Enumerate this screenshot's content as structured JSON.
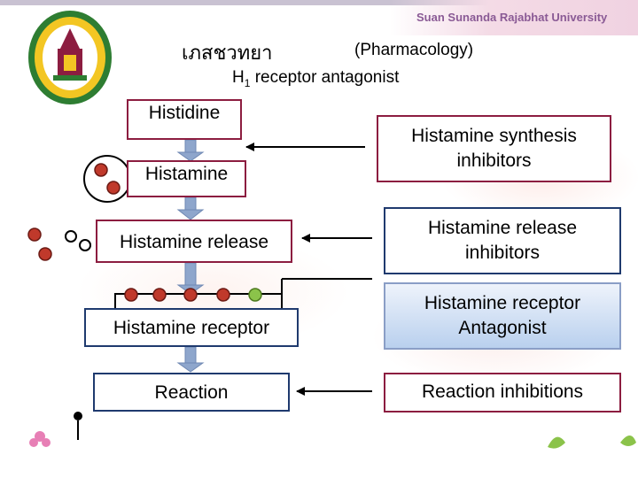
{
  "header": {
    "university": "Suan Sunanda Rajabhat University",
    "title_thai": "เภสชวทยา",
    "title_en": "(Pharmacology)",
    "subtitle_prefix": "H",
    "subtitle_sub": "1",
    "subtitle_rest": " receptor antagonist"
  },
  "pathway": {
    "histidine": "Histidine",
    "histamine": "Histamine",
    "release": "Histamine release",
    "receptor": "Histamine receptor",
    "reaction": "Reaction"
  },
  "inhibitors": {
    "synthesis": "Histamine synthesis inhibitors",
    "release": "Histamine release inhibitors",
    "receptor": "Histamine receptor Antagonist",
    "reaction": "Reaction inhibitions"
  },
  "colors": {
    "maroon": "#8c1d40",
    "navy": "#1f3a6e",
    "arrow_blue": "#8ea6cc",
    "granule_red": "#c0392b",
    "agonist_green": "#8bc34a"
  }
}
